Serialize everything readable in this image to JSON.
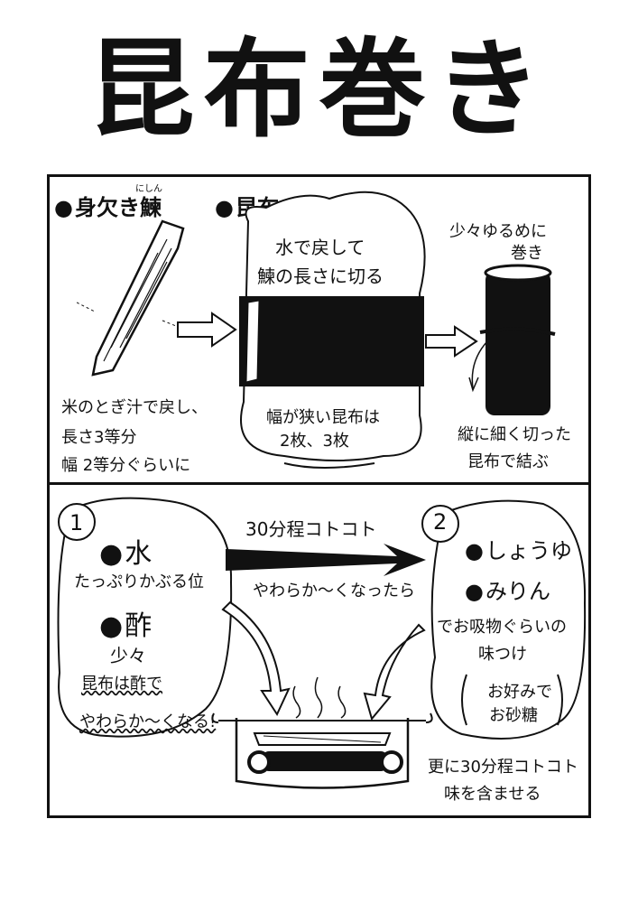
{
  "title": "昆布巻き",
  "top_panel": {
    "fish_heading": "身欠き鰊",
    "fish_furigana": "にしん",
    "kelp_heading": "昆布",
    "kelp_note_1": "水で戻して",
    "kelp_note_2": "鰊の長さに切る",
    "kelp_width_1": "幅が狭い昆布は",
    "kelp_width_2": "2枚、3枚",
    "fish_note_1": "米のとぎ汁で戻し、",
    "fish_note_2": "長さ3等分",
    "fish_note_3": "幅 2等分ぐらいに",
    "roll_note_1": "少々ゆるめに",
    "roll_note_2": "巻き",
    "tie_note_1": "縦に細く切った",
    "tie_note_2": "昆布で結ぶ"
  },
  "bottom_panel": {
    "step1": "1",
    "step2": "2",
    "water": "水",
    "water_amount": "たっぷりかぶる位",
    "vinegar": "酢",
    "vinegar_amount": "少々",
    "vinegar_note_1": "昆布は酢で",
    "vinegar_note_2": "やわらか～くなる!",
    "simmer_1": "30分程コトコト",
    "simmer_2": "やわらか～くなったら",
    "soy": "しょうゆ",
    "mirin": "みりん",
    "season_1": "でお吸物ぐらいの",
    "season_2": "味つけ",
    "sugar_1": "お好みで",
    "sugar_2": "お砂糖",
    "final_1": "更に30分程コトコト",
    "final_2": "味を含ませる"
  }
}
